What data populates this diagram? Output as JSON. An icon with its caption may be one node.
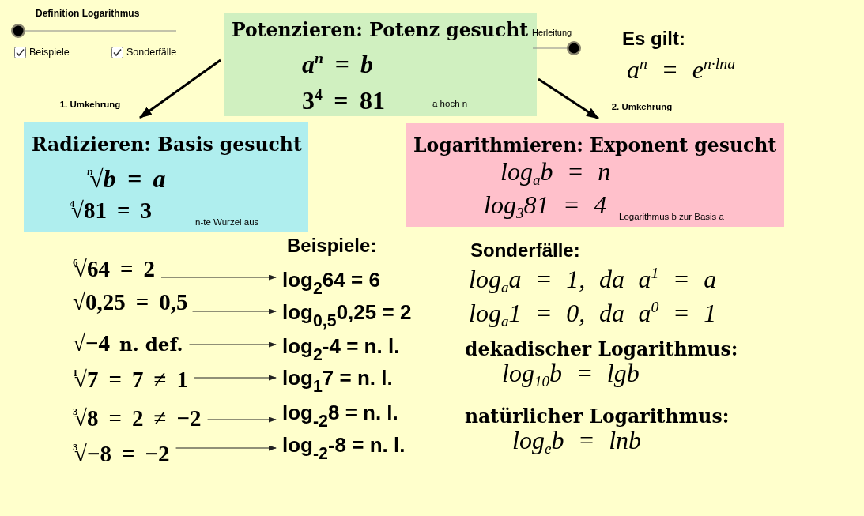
{
  "diagram": {
    "nodes": [
      {
        "text": [
          "Potenzieren: Potenz gesucht",
          "a$^{n}$ = b",
          "3$^{4}$ = 81",
          "a hoch n"
        ]
      },
      {
        "text": [
          "Radizieren: Basis gesucht",
          "$^{n}$√b = a",
          "$^{4}$√81 = 3",
          "n-te Wurzel aus"
        ]
      },
      {
        "text": [
          "Logarithmieren: Exponent gesucht",
          "log$_{a}$b = n",
          "log$_{3}$81 = 4",
          "Logarithmus b zur Basis a"
        ]
      },
      {
        "text": [
          "$^{6}$√64 = 2"
        ]
      },
      {
        "text": [
          "log$_{2}$64 = 6"
        ]
      },
      {
        "text": [
          "√0,25 = 0,5"
        ]
      },
      {
        "text": [
          "log$_{0,5}$0,25 = 2"
        ]
      },
      {
        "text": [
          "√−4",
          "n. def."
        ]
      },
      {
        "text": [
          "log$_{2}$-4 = n. l."
        ]
      },
      {
        "text": [
          "$^{1}$√7 = 7 ≠ 1"
        ]
      },
      {
        "text": [
          "log$_{1}$7 = n. l."
        ]
      },
      {
        "text": [
          "$^{3}$√8 = 2 ≠ −2"
        ]
      },
      {
        "text": [
          "log$_{-2}$8 = n. l."
        ]
      },
      {
        "text": [
          "$^{3}$√−8 = −2"
        ]
      },
      {
        "text": [
          "log$_{-2}$-8 = n. l."
        ]
      }
    ],
    "edges": [
      {
        "from": 0,
        "to": 1,
        "arrow": "to",
        "label": "1. Umkehrung",
        "style": "thick"
      },
      {
        "from": 0,
        "to": 2,
        "arrow": "to",
        "label": "2. Umkehrung",
        "style": "thick"
      },
      {
        "from": 3,
        "to": 4,
        "arrow": "to"
      },
      {
        "from": 5,
        "to": 6,
        "arrow": "to"
      },
      {
        "from": 7,
        "to": 8,
        "arrow": "to"
      },
      {
        "from": 9,
        "to": 10,
        "arrow": "to"
      },
      {
        "from": 11,
        "to": 12,
        "arrow": "to"
      },
      {
        "from": 13,
        "to": 14,
        "arrow": "to"
      }
    ],
    "labels": [
      "Definition Logarithmus",
      "Beispiele",
      "Sonderfälle",
      "Herleitung",
      "Es gilt:",
      "a$^{n}$ = e$^{n·lna}$",
      "Beispiele:",
      "Sonderfälle:",
      "log$_{a}$a = 1, da a$^{1}$ = a",
      "log$_{a}$1 = 0, da a$^{0}$ = 1",
      "dekadischer Logarithmus:",
      "log$_{10}$b = lgb",
      "natürlicher Logarithmus:",
      "log$_{e}$b = lnb"
    ]
  }
}
